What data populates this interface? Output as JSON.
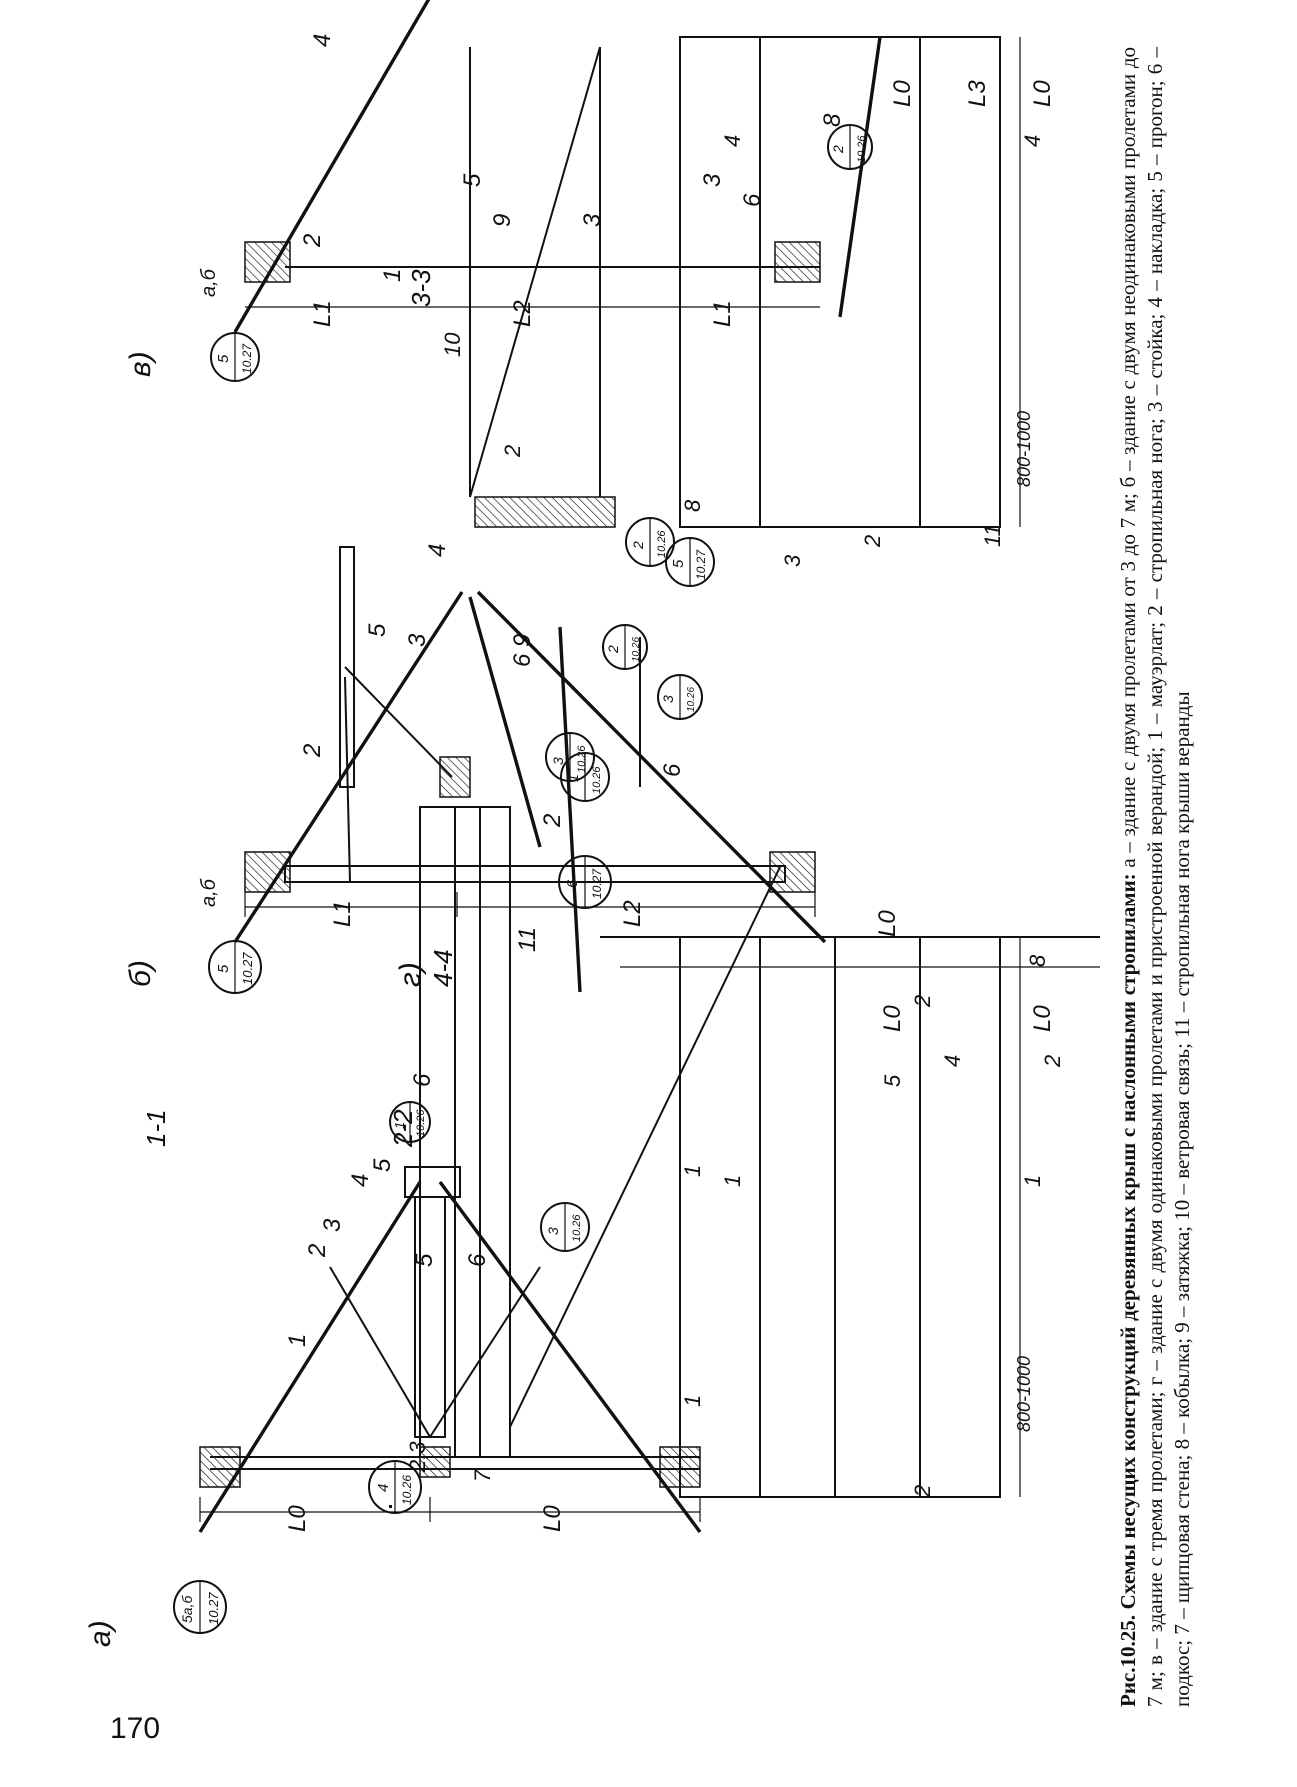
{
  "page_number": "170",
  "caption": {
    "lead": "Рис.10.25. Схемы несущих конструкций деревянных крыш с наслонными стропилами:",
    "text": " а – здание с двумя пролетами от 3 до 7 м; б – здание с двумя неодинаковыми пролетами до 7 м; в – здание с тремя пролетами; г – здание с двумя одинаковыми пролетами и пристроенной верандой; 1 – мауэрлат; 2 – стропильная нога; 3 – стойка; 4 – накладка; 5 – прогон; 6 – подкос; 7 – щипцовая стена; 8 – кобылка; 9 – затяжка; 10 – ветровая связь; 11 – стропильная нога крыши веранды"
  },
  "views": {
    "a": {
      "letter": "а)",
      "section": "1-1",
      "dims": [
        "L0",
        "L0"
      ],
      "labels": [
        "5",
        "4",
        "3",
        "2",
        "6",
        "1"
      ],
      "bubbles": [
        {
          "top": "5а,б",
          "bottom": "10.27"
        },
        {
          "top": "1",
          "bottom": "10.26"
        },
        {
          "top": "3",
          "bottom": "10.26"
        }
      ]
    },
    "b": {
      "letter": "б)",
      "dims": [
        "L1",
        "L2"
      ],
      "labels": [
        "5",
        "4",
        "3",
        "6 9",
        "2"
      ],
      "bubbles": [
        {
          "top": "а,б",
          "bottom": ""
        },
        {
          "top": "5",
          "bottom": "10.27"
        },
        {
          "top": "3",
          "bottom": "10.26"
        },
        {
          "top": "2",
          "bottom": "10.26"
        }
      ]
    },
    "v": {
      "letter": "в)",
      "dims": [
        "L1",
        "L2",
        "L1"
      ],
      "labels": [
        "8",
        "5",
        "9",
        "6",
        "4",
        "3",
        "3",
        "2",
        "1"
      ],
      "bubbles": [
        {
          "top": "а,б",
          "bottom": ""
        },
        {
          "top": "5",
          "bottom": "10.27"
        },
        {
          "top": "2",
          "bottom": "10.26"
        }
      ]
    },
    "g": {
      "letter": "г)",
      "section": "4-4",
      "dims": [
        "L0"
      ],
      "labels": [
        "2",
        "6",
        "11"
      ],
      "bubbles": [
        {
          "top": "6",
          "bottom": "10.27"
        },
        {
          "top": "1",
          "bottom": "10.26"
        },
        {
          "top": "3",
          "bottom": "10.26"
        },
        {
          "top": "2",
          "bottom": "10.26"
        },
        {
          "top": "5",
          "bottom": "10.27"
        }
      ]
    },
    "s22": {
      "section": "2-2",
      "labels": [
        "5",
        "6",
        "2,3",
        "7"
      ],
      "bubbles": [
        {
          "top": "4",
          "bottom": "10.26"
        }
      ]
    },
    "s33": {
      "section": "3-3",
      "labels": [
        "10",
        "2"
      ]
    },
    "plan_a": {
      "dims": [
        "L0",
        "L0"
      ],
      "spacing": "800-1000",
      "labels": [
        "2",
        "4",
        "5",
        "1",
        "1",
        "8"
      ],
      "cuts": [
        "1",
        "1",
        "2",
        "2"
      ]
    },
    "plan_v": {
      "dims": [
        "L0",
        "L3",
        "L0"
      ],
      "spacing": "800-1000",
      "labels": [
        "8",
        "2",
        "11"
      ],
      "cuts": [
        "4",
        "4",
        "3"
      ]
    }
  }
}
